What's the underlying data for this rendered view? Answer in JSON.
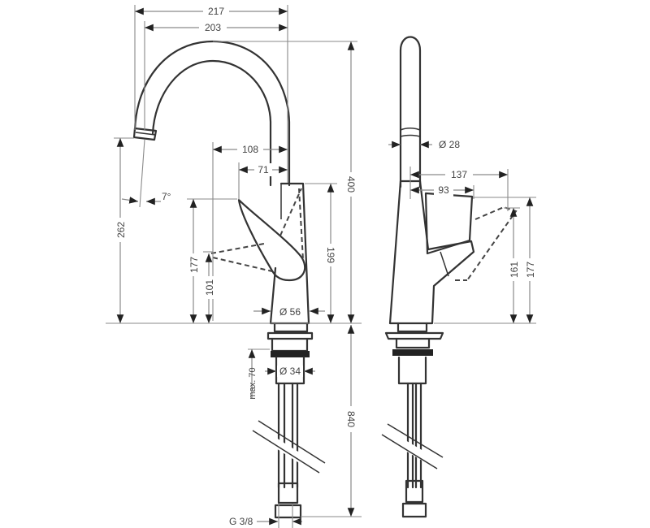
{
  "diagram": {
    "subject": "Single-lever kitchen faucet with swivel spout",
    "views": [
      "front-view",
      "side-view"
    ],
    "units": "mm",
    "colors": {
      "outline": "#333333",
      "dimension_line": "#8a8a8a",
      "text": "#444444",
      "background": "#ffffff"
    }
  },
  "dimensions": {
    "spout_reach_outer": "217",
    "spout_reach_inner": "203",
    "lever_reach_108": "108",
    "lever_reach_71": "71",
    "spout_angle": "7°",
    "spout_outlet_height": "262",
    "lever_height_177": "177",
    "lever_pivot_height": "101",
    "body_height": "199",
    "total_height": "400",
    "base_diameter": "Ø 56",
    "shank_diameter": "Ø 34",
    "max_deck_thickness": "max. 70",
    "hose_length": "840",
    "connection_thread": "G 3/8",
    "spout_diameter": "Ø 28",
    "side_lever_reach_137": "137",
    "side_lever_reach_93": "93",
    "side_lever_height_161": "161",
    "side_lever_height_177": "177"
  }
}
